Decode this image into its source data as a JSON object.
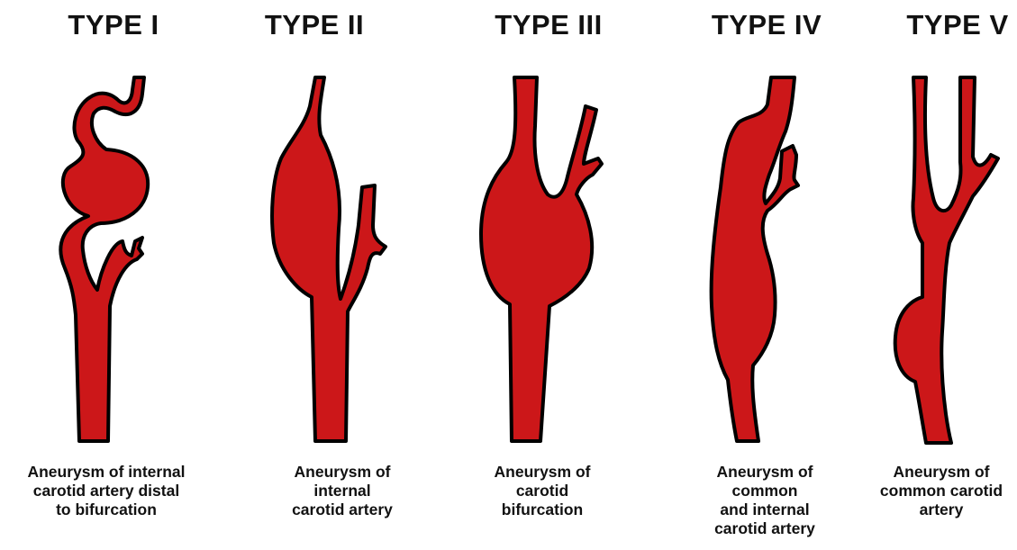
{
  "colors": {
    "vessel": "#cc1719",
    "outline": "#000000",
    "text": "#111111",
    "background": "#ffffff"
  },
  "types": [
    {
      "title": "TYPE I",
      "caption": [
        "Aneurysm of internal",
        "carotid artery distal",
        "to bifurcation"
      ]
    },
    {
      "title": "TYPE II",
      "caption": [
        "Aneurysm of",
        "internal",
        "carotid artery"
      ]
    },
    {
      "title": "TYPE III",
      "caption": [
        "Aneurysm of",
        "carotid",
        "bifurcation"
      ]
    },
    {
      "title": "TYPE IV",
      "caption": [
        "Aneurysm of",
        "common",
        "and internal",
        "carotid artery"
      ]
    },
    {
      "title": "TYPE V",
      "caption": [
        "Aneurysm of",
        "common carotid",
        "artery"
      ]
    }
  ]
}
